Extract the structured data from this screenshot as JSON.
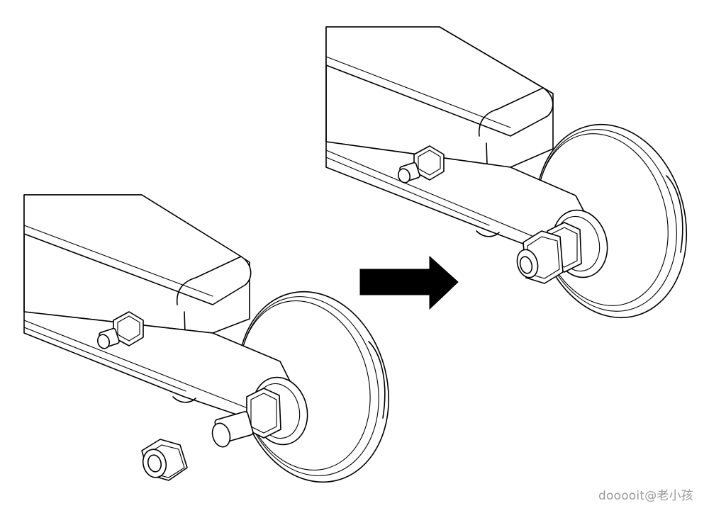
{
  "figure": {
    "panels": [
      {
        "id": "before",
        "components": [
          "square-tube",
          "mounting-bracket",
          "wheel",
          "axle-bolt",
          "spacer",
          "inner-nut",
          "loose-lock-nut",
          "side-bolt"
        ]
      },
      {
        "id": "after",
        "components": [
          "square-tube",
          "mounting-bracket",
          "wheel",
          "axle-bolt",
          "spacer",
          "inner-nut",
          "installed-lock-nut",
          "side-bolt"
        ]
      }
    ],
    "transition": "arrow-right"
  },
  "colors": {
    "line": "#000000",
    "background": "#ffffff",
    "arrow": "#000000",
    "watermark": "#9a9a9a"
  },
  "watermark": {
    "text": "dooooit@老小孩"
  }
}
